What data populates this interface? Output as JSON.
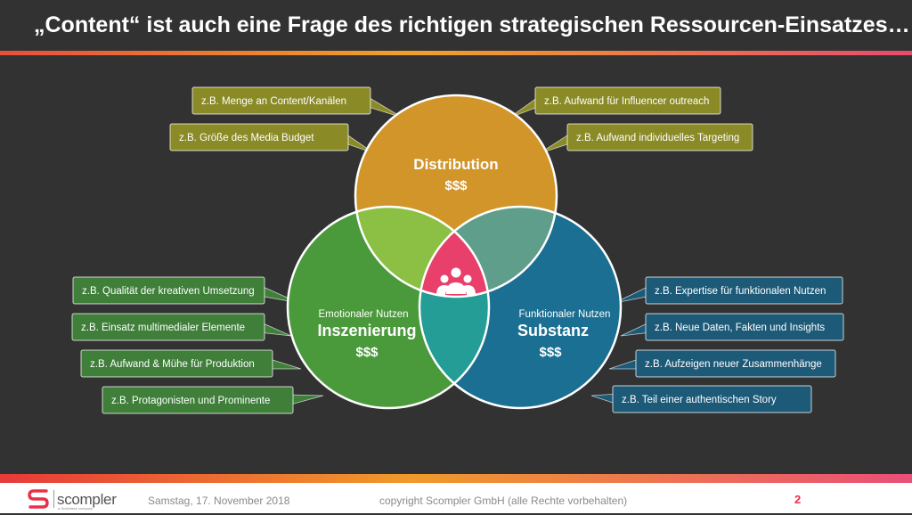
{
  "title": "„Content“ ist auch eine Frage des richtigen strategischen Ressourcen-Einsatzes…",
  "circles": {
    "distribution": {
      "title": "Distribution",
      "value": "$$$",
      "color": "#d1952a"
    },
    "inszenierung": {
      "subtitle": "Emotionaler Nutzen",
      "title": "Inszenierung",
      "value": "$$$",
      "color": "#4a9a3c"
    },
    "substanz": {
      "subtitle": "Funktionaler Nutzen",
      "title": "Substanz",
      "value": "$$$",
      "color": "#1b6f92"
    }
  },
  "overlap_colors": {
    "dist_insz": "#8cc044",
    "dist_subst": "#5f9e8a",
    "insz_subst": "#239d95",
    "center": "#e8406a"
  },
  "center_icon": "group-people-icon",
  "callouts": {
    "distribution_left": [
      "z.B. Menge an Content/Kanälen",
      "z.B. Größe des Media Budget"
    ],
    "distribution_right": [
      "z.B. Aufwand für Influencer outreach",
      "z.B. Aufwand individuelles Targeting"
    ],
    "inszenierung": [
      "z.B. Qualität der kreativen Umsetzung",
      "z.B. Einsatz multimedialer Elemente",
      "z.B. Aufwand & Mühe für Produktion",
      "z.B. Protagonisten und Prominente"
    ],
    "substanz": [
      "z.B. Expertise für funktionalen Nutzen",
      "z.B. Neue Daten, Fakten und Insights",
      "z.B. Aufzeigen neuer Zusammenhänge",
      "z.B. Teil einer authentischen Story"
    ]
  },
  "callout_colors": {
    "olive": "#8a8a26",
    "green": "#3f7f3a",
    "blue": "#1d5a78"
  },
  "footer": {
    "logo_text": "scompler",
    "logo_subtext": "a Scribbless company",
    "date": "Samstag, 17. November 2018",
    "copyright": "copyright Scompler GmbH (alle Rechte vorbehalten)",
    "page": "2"
  }
}
